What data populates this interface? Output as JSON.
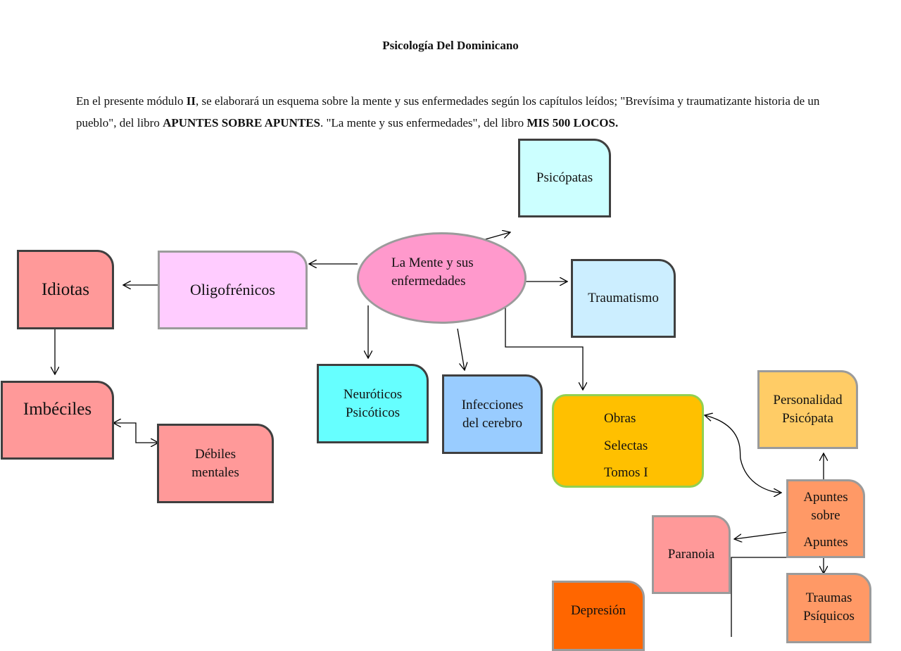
{
  "document": {
    "title": "Psicología Del Dominicano",
    "intro": {
      "part1": "En el presente módulo ",
      "module": "II",
      "part2": ", se elaborará un esquema sobre la mente y sus enfermedades según los capítulos leídos; \"Brevísima y traumatizante historia de un pueblo\", del libro ",
      "book1": "APUNTES SOBRE APUNTES",
      "part3": ". \"La mente y sus enfermedades\", del libro ",
      "book2": "MIS 500 LOCOS."
    }
  },
  "diagram": {
    "center": {
      "line1": "La Mente y sus",
      "line2": "enfermedades"
    },
    "psicopatas": "Psicópatas",
    "traumatismo": "Traumatismo",
    "oligofrenicos": "Oligofrénicos",
    "idiotas": "Idiotas",
    "imbeciles": "Imbéciles",
    "debiles": {
      "line1": "Débiles",
      "line2": "mentales"
    },
    "neuroticos": {
      "line1": "Neuróticos",
      "line2": "Psicóticos"
    },
    "infecciones": {
      "line1": "Infecciones",
      "line2": "del cerebro"
    },
    "obras": {
      "line1": "Obras",
      "line2": "Selectas",
      "line3": "Tomos I"
    },
    "personalidad": {
      "line1": "Personalidad",
      "line2": "Psicópata"
    },
    "apuntes": {
      "line1": "Apuntes",
      "line2": "sobre",
      "line3": "Apuntes"
    },
    "paranoia": "Paranoia",
    "traumas": {
      "line1": "Traumas",
      "line2": "Psíquicos"
    },
    "depresion": "Depresión"
  },
  "colors": {
    "center": "#ff99cc",
    "psicopatas": "#ccffff",
    "traumatismo": "#cceeff",
    "oligofrenicos": "#ffccff",
    "idiotas": "#ff9999",
    "neuroticos": "#66ffff",
    "infecciones": "#99ccff",
    "obras": "#ffc000",
    "personalidad": "#ffcc66",
    "apuntes": "#ff9966",
    "depresion": "#ff6600"
  }
}
